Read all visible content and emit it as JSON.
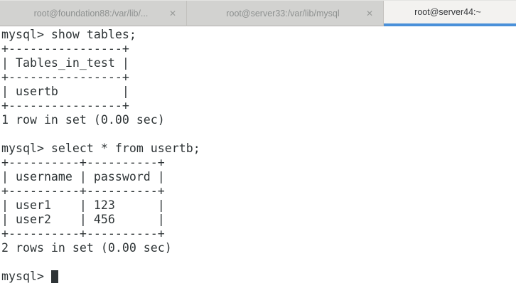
{
  "tabbar": {
    "close_icon": "✕",
    "tabs": [
      {
        "label": "root@foundation88:/var/lib/...",
        "active": false,
        "closable": true
      },
      {
        "label": "root@server33:/var/lib/mysql",
        "active": false,
        "closable": true
      },
      {
        "label": "root@server44:~",
        "active": true,
        "closable": false
      }
    ]
  },
  "colors": {
    "accent_blue": "#4a90d9",
    "tabbar_bg": "#d2d2d0",
    "active_tab_bg": "#f3f2f0",
    "inactive_tab_text": "#8e9190",
    "terminal_bg": "#ffffff",
    "terminal_fg": "#2e3436"
  },
  "terminal": {
    "lines": [
      "mysql> show tables;",
      "+----------------+",
      "| Tables_in_test |",
      "+----------------+",
      "| usertb         |",
      "+----------------+",
      "1 row in set (0.00 sec)",
      "",
      "mysql> select * from usertb;",
      "+----------+----------+",
      "| username | password |",
      "+----------+----------+",
      "| user1    | 123      |",
      "| user2    | 456      |",
      "+----------+----------+",
      "2 rows in set (0.00 sec)",
      ""
    ],
    "prompt": "mysql> "
  }
}
